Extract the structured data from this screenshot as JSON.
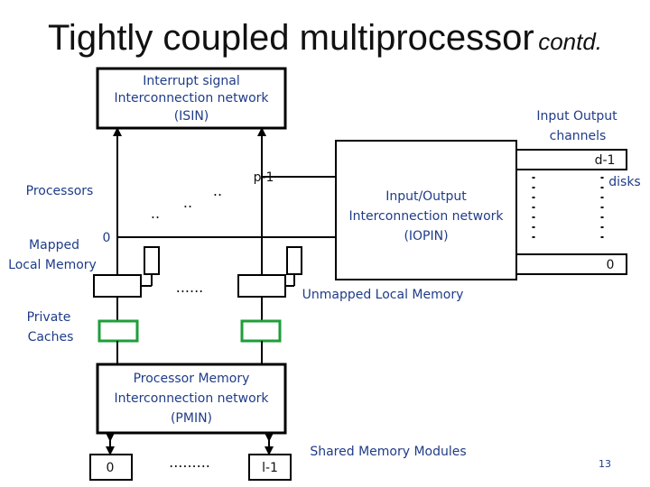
{
  "title": {
    "main": "Tightly coupled multiprocessor",
    "suffix": "contd."
  },
  "colors": {
    "label_blue": "#1f3c88",
    "cache_green": "#1e9e3a",
    "line": "#000000"
  },
  "isin": {
    "line1": "Interrupt signal",
    "line2": "Interconnection network",
    "line3": "(ISIN)"
  },
  "iopin": {
    "line1": "Input/Output",
    "line2": "Interconnection network",
    "line3": "(IOPIN)"
  },
  "pmin": {
    "line1": "Processor Memory",
    "line2": "Interconnection network",
    "line3": "(PMIN)"
  },
  "io_channels": {
    "line1": "Input Output",
    "line2": "channels",
    "top_index": "d-1",
    "bottom_index": "0"
  },
  "labels": {
    "processors": "Processors",
    "mapped_local_memory_1": "Mapped",
    "mapped_local_memory_2": "Local Memory",
    "unmapped_local_memory": "Unmapped Local Memory",
    "private_caches_1": "Private",
    "private_caches_2": "Caches",
    "shared_memory_modules": "Shared Memory Modules",
    "disks": "disks"
  },
  "processor_indices": {
    "first": "0",
    "last": "p-1"
  },
  "memory_indices": {
    "first": "0",
    "last": "l-1"
  },
  "ellipses": {
    "processors_a": "..",
    "processors_b": "..",
    "processors_c": "..",
    "local_memory": "......",
    "shared_memory": "........."
  },
  "page_number": "13"
}
